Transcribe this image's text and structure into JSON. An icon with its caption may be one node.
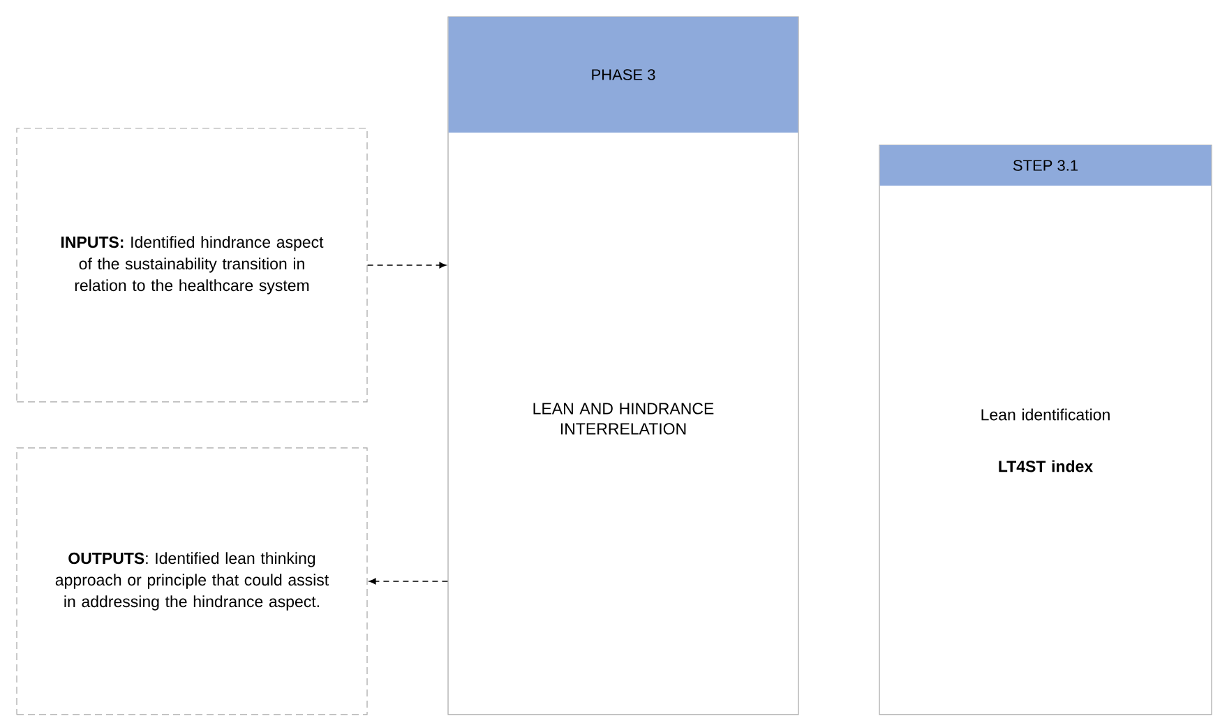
{
  "diagram": {
    "nodes": [
      {
        "text": [
          "**INPUTS:** Identified hindrance aspect of the sustainability transition in relation to the healthcare system"
        ]
      },
      {
        "text": [
          "**OUTPUTS**: Identified lean thinking approach or principle that could assist in addressing the hindrance aspect."
        ]
      },
      {
        "text": [
          "PHASE 3",
          "LEAN AND HINDRANCE INTERRELATION"
        ]
      },
      {
        "text": [
          "STEP 3.1",
          "Lean identification",
          "LT4ST index"
        ]
      }
    ],
    "edges": [
      {
        "from": 0,
        "to": 2,
        "arrow": "to",
        "style": "dashed"
      },
      {
        "from": 2,
        "to": 1,
        "arrow": "to",
        "style": "dashed"
      }
    ]
  }
}
